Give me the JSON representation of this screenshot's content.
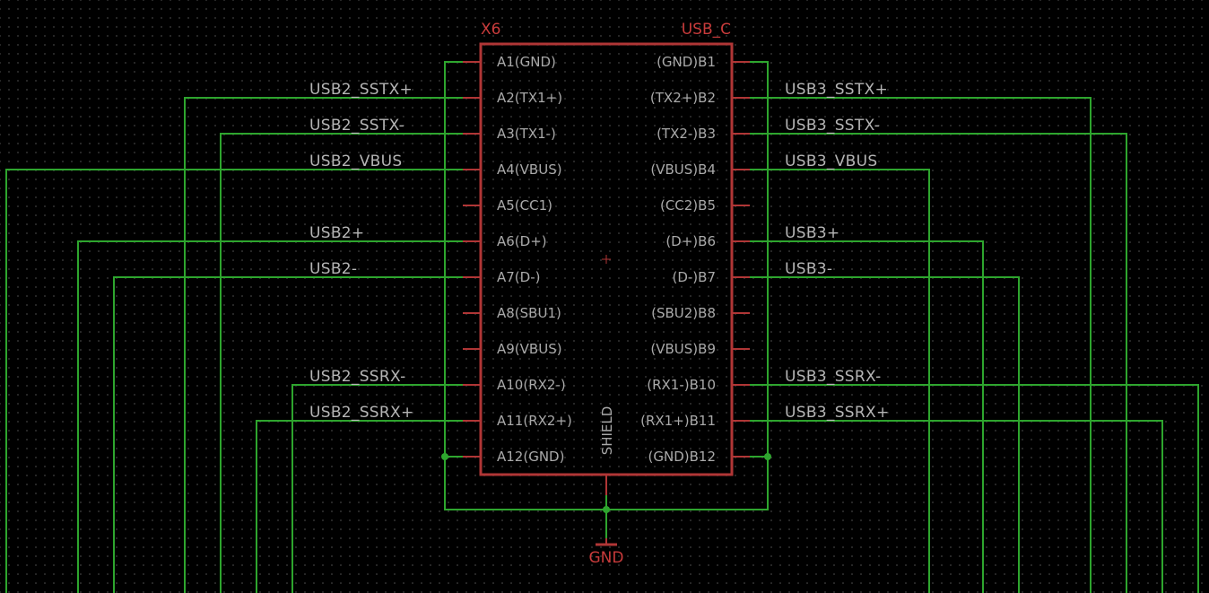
{
  "part": {
    "ref": "X6",
    "value": "USB_C",
    "shield": "SHIELD",
    "gnd_label": "GND"
  },
  "pins_left": [
    {
      "label": "A1(GND)"
    },
    {
      "label": "A2(TX1+)",
      "net": "USB2_SSTX+"
    },
    {
      "label": "A3(TX1-)",
      "net": "USB2_SSTX-"
    },
    {
      "label": "A4(VBUS)",
      "net": "USB2_VBUS"
    },
    {
      "label": "A5(CC1)"
    },
    {
      "label": "A6(D+)",
      "net": "USB2+"
    },
    {
      "label": "A7(D-)",
      "net": "USB2-"
    },
    {
      "label": "A8(SBU1)"
    },
    {
      "label": "A9(VBUS)"
    },
    {
      "label": "A10(RX2-)",
      "net": "USB2_SSRX-"
    },
    {
      "label": "A11(RX2+)",
      "net": "USB2_SSRX+"
    },
    {
      "label": "A12(GND)"
    }
  ],
  "pins_right": [
    {
      "label": "(GND)B1"
    },
    {
      "label": "(TX2+)B2",
      "net": "USB3_SSTX+"
    },
    {
      "label": "(TX2-)B3",
      "net": "USB3_SSTX-"
    },
    {
      "label": "(VBUS)B4",
      "net": "USB3_VBUS"
    },
    {
      "label": "(CC2)B5"
    },
    {
      "label": "(D+)B6",
      "net": "USB3+"
    },
    {
      "label": "(D-)B7",
      "net": "USB3-"
    },
    {
      "label": "(SBU2)B8"
    },
    {
      "label": "(VBUS)B9"
    },
    {
      "label": "(RX1-)B10",
      "net": "USB3_SSRX-"
    },
    {
      "label": "(RX1+)B11",
      "net": "USB3_SSRX+"
    },
    {
      "label": "(GND)B12"
    }
  ],
  "colors": {
    "background": "#000000",
    "grid_dot": "#3a3a3a",
    "wire": "#2ea52e",
    "symbol": "#b03636",
    "part_text": "#c83b3b",
    "pin_text": "#a9a9a9",
    "net_text": "#b5b5b5"
  }
}
